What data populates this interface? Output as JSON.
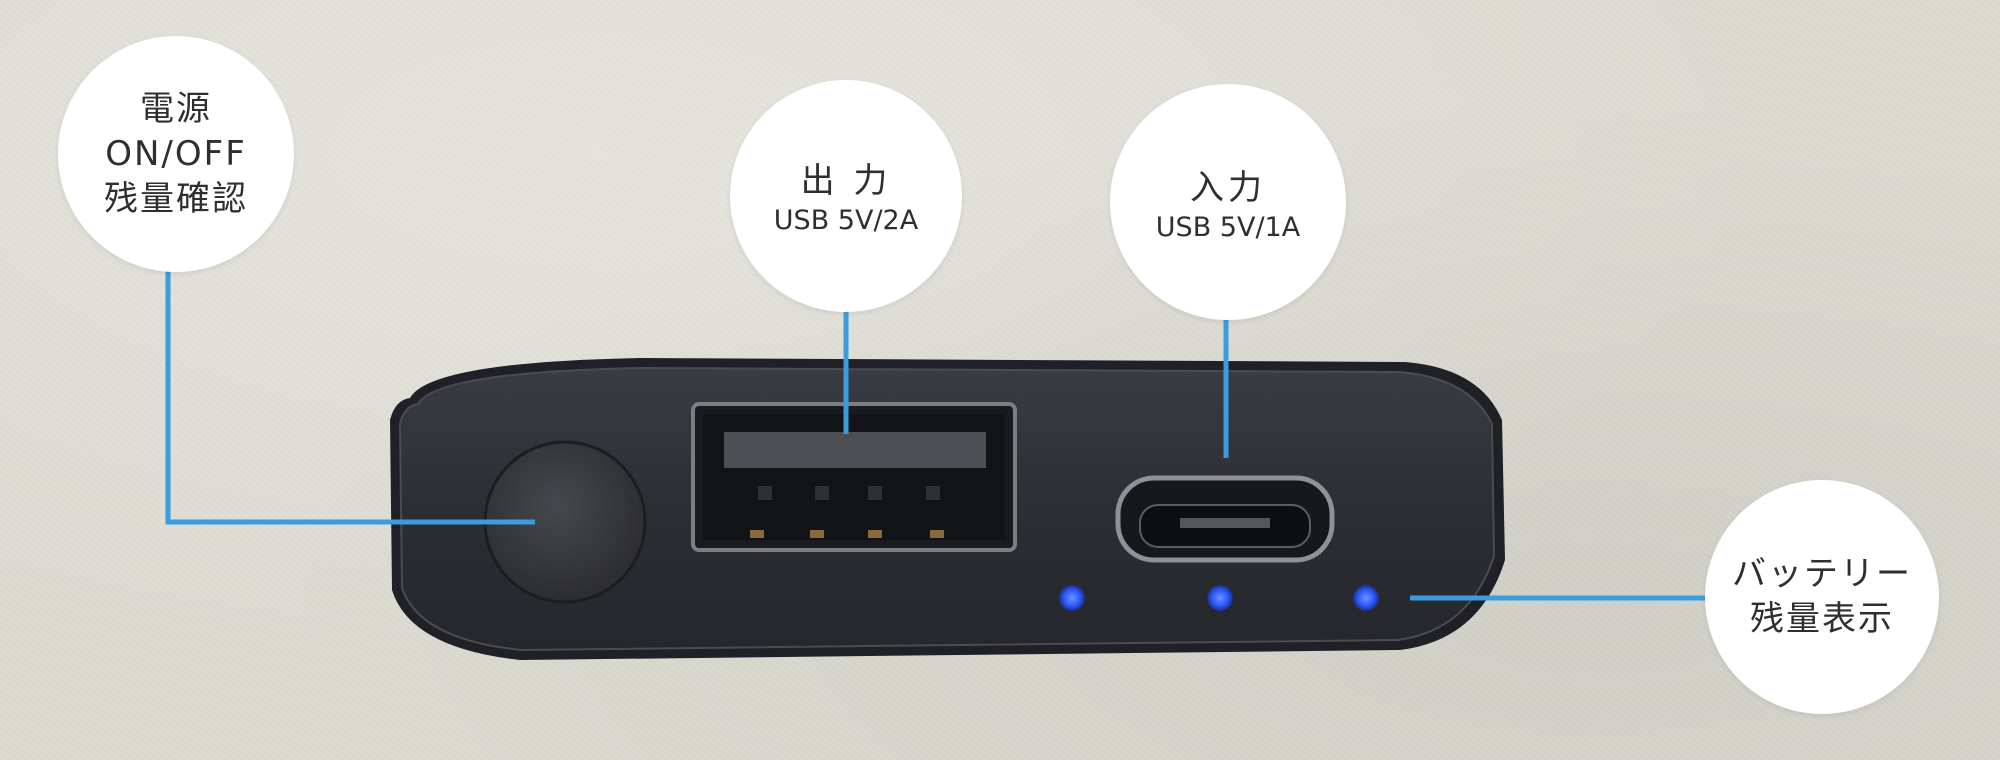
{
  "callouts": {
    "power": {
      "line1": "電源",
      "line2": "ON/OFF",
      "line3": "残量確認"
    },
    "output": {
      "title": "出 力",
      "spec": "USB 5V/2A"
    },
    "input": {
      "title": "入力",
      "spec": "USB 5V/1A"
    },
    "battery": {
      "line1": "バッテリー",
      "line2": "残量表示"
    }
  },
  "colors": {
    "background": "#dcdbd2",
    "callout_fill": "#ffffff",
    "leader_line": "#3b9de0",
    "device_body": "#2e3036",
    "led": "#2d5bff"
  },
  "icons": [
    "power-button",
    "usb-a-port",
    "micro-usb-port",
    "led-indicator"
  ]
}
